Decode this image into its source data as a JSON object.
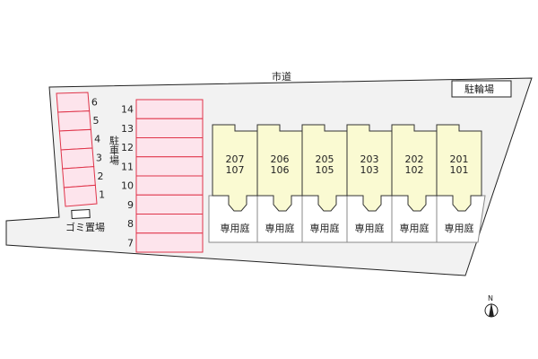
{
  "labels": {
    "road": "市道",
    "bicycle_parking": "駐輪場",
    "parking": "駐車場",
    "garbage": "ゴミ置場",
    "north": "N"
  },
  "left_parking_slots": [
    "6",
    "5",
    "4",
    "3",
    "2",
    "1"
  ],
  "right_parking_slots": [
    "14",
    "13",
    "12",
    "11",
    "10",
    "9",
    "8",
    "7"
  ],
  "units": [
    {
      "upper": "207",
      "lower": "107",
      "garden": "専用庭"
    },
    {
      "upper": "206",
      "lower": "106",
      "garden": "専用庭"
    },
    {
      "upper": "205",
      "lower": "105",
      "garden": "専用庭"
    },
    {
      "upper": "203",
      "lower": "103",
      "garden": "専用庭"
    },
    {
      "upper": "202",
      "lower": "102",
      "garden": "専用庭"
    },
    {
      "upper": "201",
      "lower": "101",
      "garden": "専用庭"
    }
  ],
  "colors": {
    "lot": "#f2f2f2",
    "parking_fill": "#fde4ec",
    "parking_stroke": "#e0344a",
    "building": "#fafad2",
    "outline": "#222222"
  }
}
